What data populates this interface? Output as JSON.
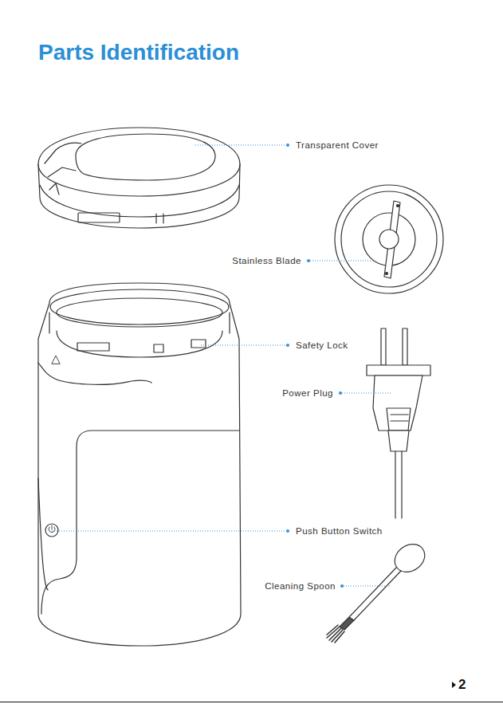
{
  "diagram": {
    "title": "Parts Identification",
    "labels": [
      "Transparent Cover",
      "Stainless Blade",
      "Safety Lock",
      "Power Plug",
      "Push Button Switch",
      "Cleaning Spoon",
      "2"
    ]
  }
}
